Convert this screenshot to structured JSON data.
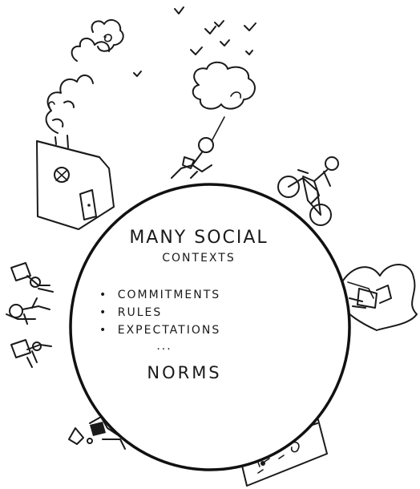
{
  "diagram": {
    "title": "MANY SOCIAL",
    "subtitle": "CONTEXTS",
    "items": [
      {
        "bullet": "•",
        "label": "COMMITMENTS"
      },
      {
        "bullet": "•",
        "label": "RULES"
      },
      {
        "bullet": "•",
        "label": "EXPECTATIONS"
      }
    ],
    "ellipsis": "...",
    "conclusion": "NORMS"
  }
}
